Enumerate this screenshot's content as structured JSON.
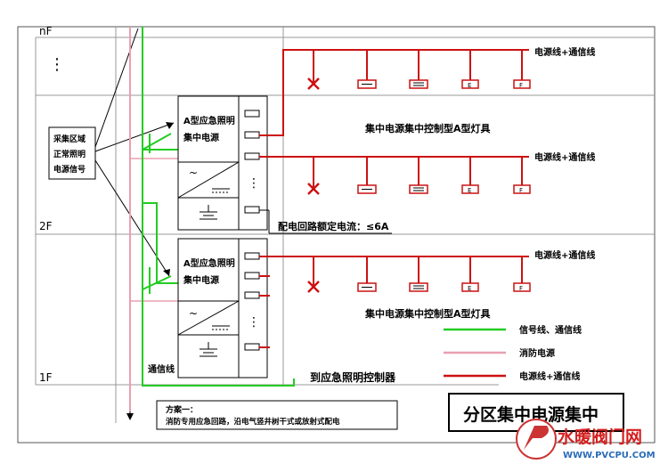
{
  "floors": {
    "top": "nF",
    "mid": "2F",
    "bottom": "1F"
  },
  "ellipsis": "⋮",
  "signal_box": {
    "lines": [
      "采集区域",
      "正常照明",
      "电源信号"
    ]
  },
  "unit_upper": {
    "lines": [
      "A型应急照明",
      "集中电源"
    ]
  },
  "unit_lower": {
    "lines": [
      "A型应急照明",
      "集中电源"
    ]
  },
  "fixture_labels": {
    "exit_f": "F",
    "exit_e": "E"
  },
  "branch_labels": {
    "top": "电源线+通信线",
    "middle": "电源线+通信线",
    "lower": "电源线+通信线"
  },
  "group_titles": {
    "upper": "集中电源集中控制型A型灯具",
    "lower": "集中电源集中控制型A型灯具"
  },
  "circuit_note": "配电回路额定电流：≤6A",
  "comm_line_label": "通信线",
  "to_controller": "到应急照明控制器",
  "legend": [
    {
      "label": "信号线、通信线",
      "color": "#22cc22"
    },
    {
      "label": "消防电源",
      "color": "#e8a0b0"
    },
    {
      "label": "电源线+通信线",
      "color": "#cc1111"
    }
  ],
  "scheme": {
    "title": "方案一：",
    "text": "消防专用应急回路，沿电气竖井树干式或放射式配电"
  },
  "title_box": "分区集中电源集中",
  "watermark": {
    "brand": "水暖阀门网",
    "url": "WWW.PVCPU.COM"
  },
  "colors": {
    "power": "#cc1111",
    "signal": "#22cc22",
    "fire_power": "#e8a0b0"
  }
}
